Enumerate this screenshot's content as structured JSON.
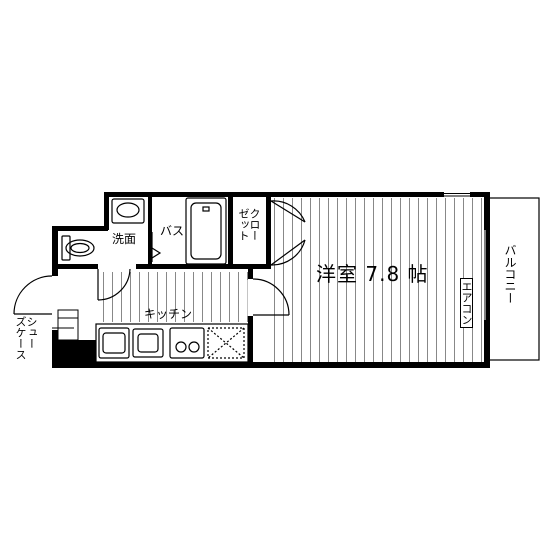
{
  "rooms": {
    "western_room": "洋室 7.8 帖",
    "balcony": "バルコニー",
    "air_conditioner": "エアコン",
    "closet": "クロー\nゼット",
    "bath": "バス",
    "washroom": "洗面",
    "kitchen": "キッチン",
    "shoe_case": "シュー\nズケース"
  },
  "colors": {
    "wall": "#000000",
    "line": "#000000",
    "background": "#ffffff"
  }
}
